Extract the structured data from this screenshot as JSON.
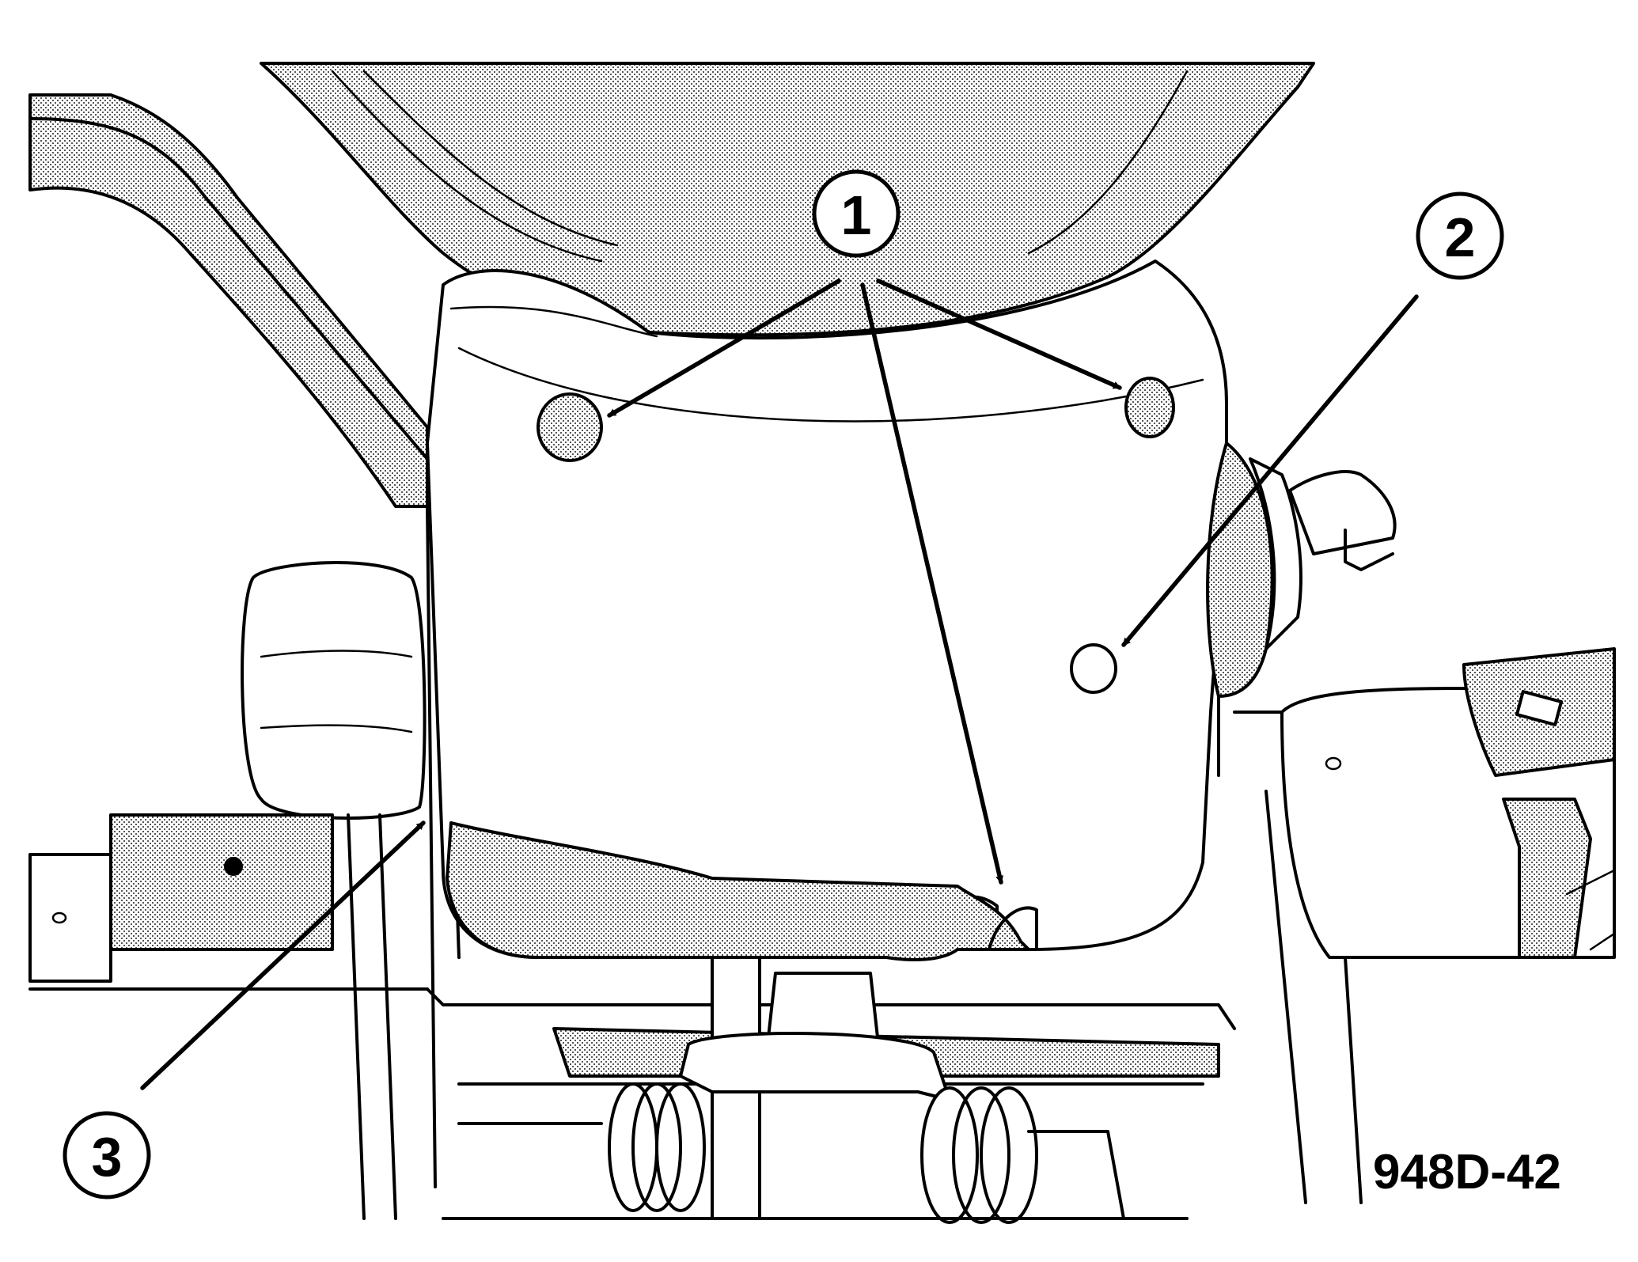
{
  "callouts": [
    {
      "number": "1"
    },
    {
      "number": "2"
    },
    {
      "number": "3"
    }
  ],
  "figure_code": "948D-42"
}
